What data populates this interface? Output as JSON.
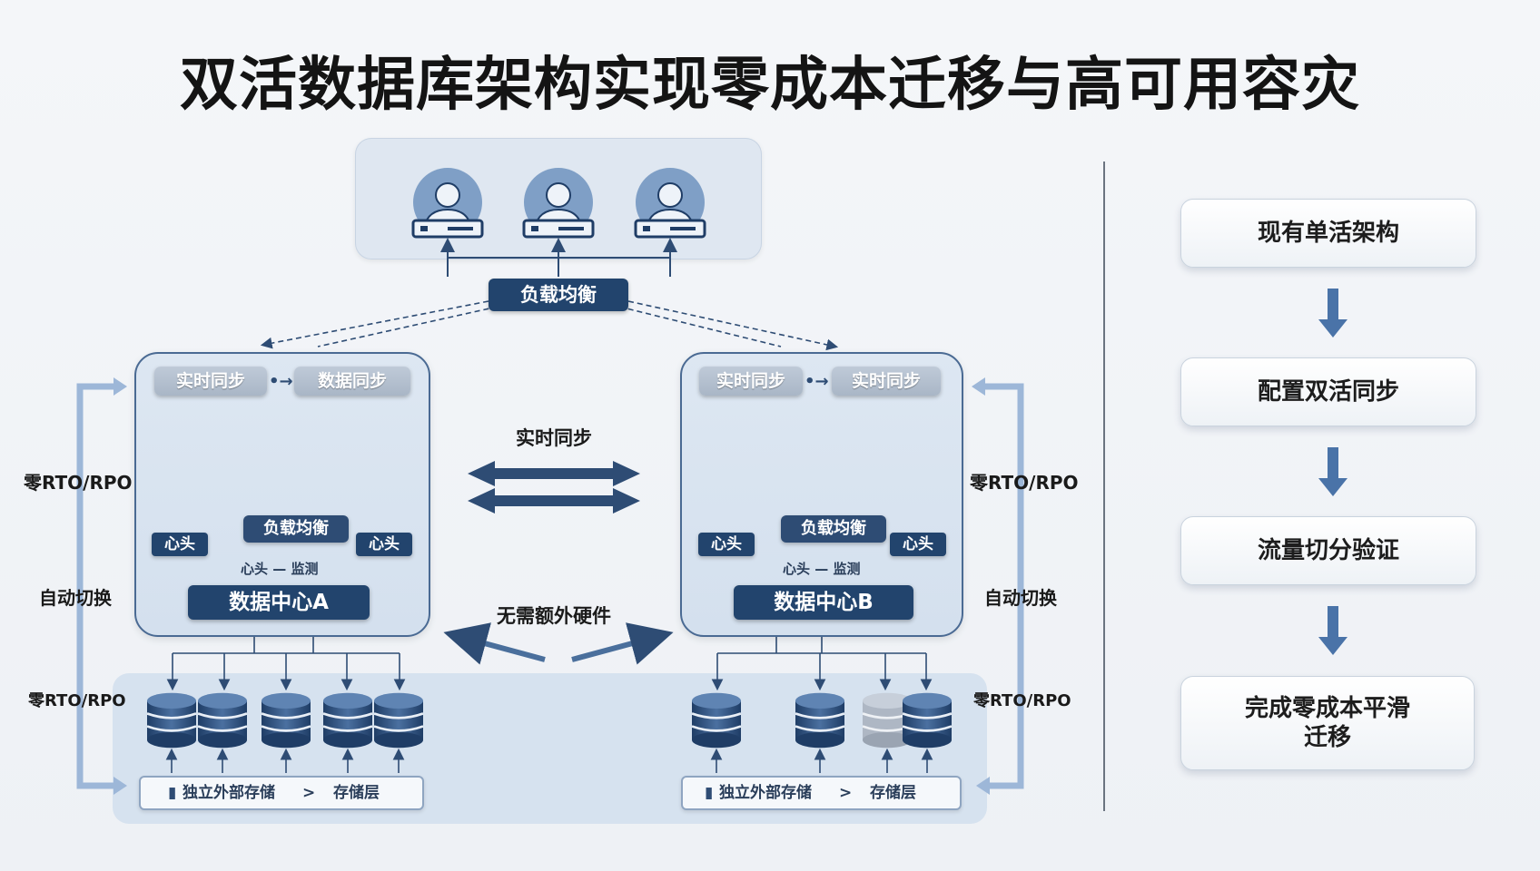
{
  "title": "双活数据库架构实现零成本迁移与高可用容灾",
  "top": {
    "load_balancer": "负载均衡"
  },
  "center": {
    "sync_label": "实时同步",
    "no_hardware": "无需额外硬件"
  },
  "dc_a": {
    "sync_left": "实时同步",
    "sync_right": "数据同步",
    "heartbeat_left": "心头",
    "heartbeat_right": "心头",
    "load_balancer": "负载均衡",
    "heartbeat_line_left": "心头",
    "heartbeat_line_right": "监测",
    "label": "数据中心A",
    "storage_left": "独立外部存储",
    "storage_sep": ">",
    "storage_right": "存储层"
  },
  "dc_b": {
    "sync_left": "实时同步",
    "sync_right": "实时同步",
    "heartbeat_left": "心头",
    "heartbeat_right": "心头",
    "load_balancer": "负载均衡",
    "heartbeat_line_left": "心头",
    "heartbeat_line_right": "监测",
    "label": "数据中心B",
    "storage_left": "独立外部存储",
    "storage_sep": ">",
    "storage_right": "存储层"
  },
  "left_side": {
    "rto_top": "零RTO/RPO",
    "switch": "自动切换",
    "rto_bottom": "零RTO/RPO"
  },
  "right_side": {
    "rto_top": "零RTO/RPO",
    "switch": "自动切换",
    "rto_bottom": "零RTO/RPO"
  },
  "steps": [
    "现有单活架构",
    "配置双活同步",
    "流量切分验证",
    "完成零成本平滑迁移"
  ],
  "colors": {
    "primary_dark": "#22446d",
    "panel": "#dde7f2",
    "arrow": "#4a6f9c",
    "light_arrow": "#9db7d8"
  }
}
